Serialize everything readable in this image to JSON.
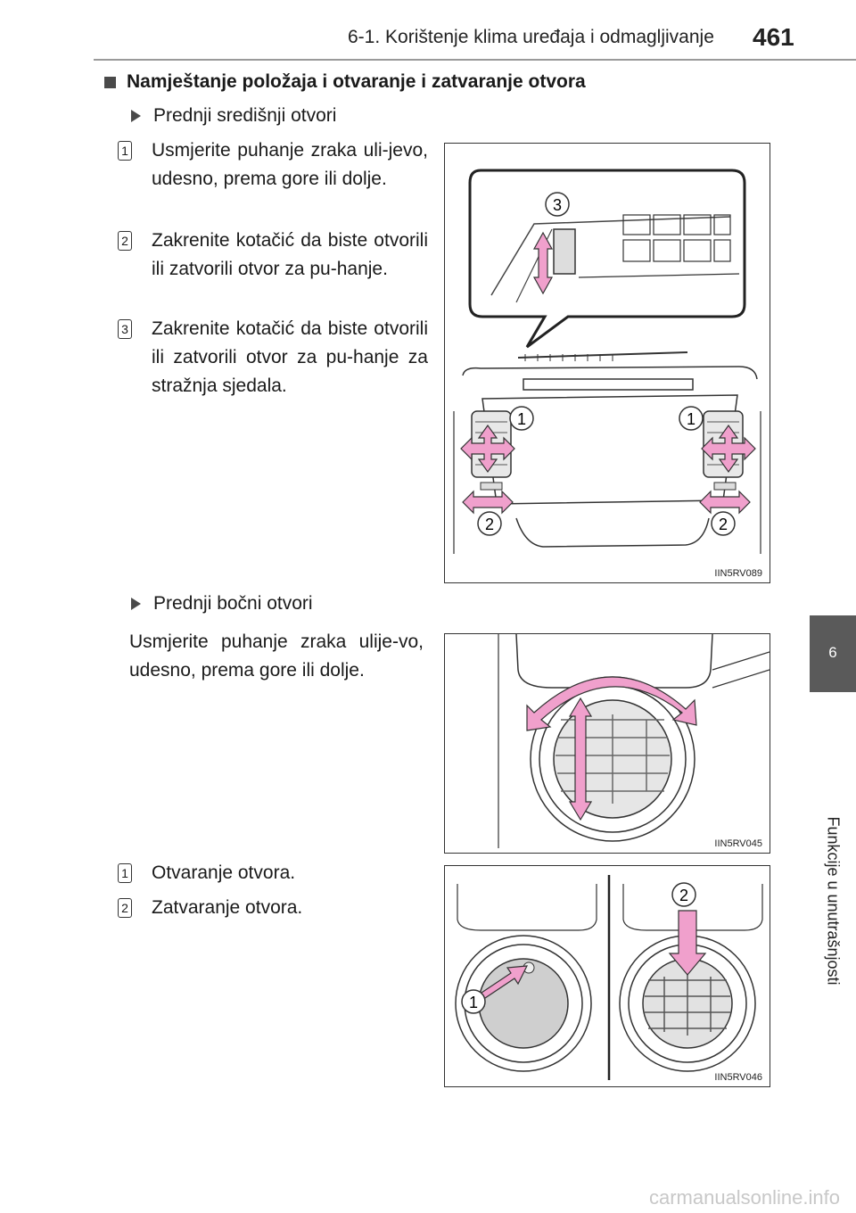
{
  "header": {
    "title": "6-1. Korištenje klima uređaja i odmagljivanje",
    "page_number": "461"
  },
  "side_tab": {
    "number": "6",
    "label": "Funkcije u unutrašnjosti"
  },
  "section": {
    "heading": "Namještanje položaja i otvaranje i zatvaranje otvora"
  },
  "front_center": {
    "heading": "Prednji središnji otvori",
    "items": [
      {
        "num": "1",
        "text": "Usmjerite puhanje zraka uli-jevo, udesno, prema gore ili dolje."
      },
      {
        "num": "2",
        "text": "Zakrenite kotačić da biste otvorili ili zatvorili otvor za pu-hanje."
      },
      {
        "num": "3",
        "text": "Zakrenite kotačić da biste otvorili ili zatvorili otvor za pu-hanje za stražnja sjedala."
      }
    ],
    "figure_code": "IIN5RV089",
    "callouts": [
      "3",
      "1",
      "1",
      "2",
      "2"
    ]
  },
  "front_side": {
    "heading": "Prednji bočni otvori",
    "paragraph": "Usmjerite puhanje zraka ulije-vo, udesno, prema gore ili dolje.",
    "figure_code": "IIN5RV045",
    "items": [
      {
        "num": "1",
        "text": "Otvaranje otvora."
      },
      {
        "num": "2",
        "text": "Zatvaranje otvora."
      }
    ],
    "figure2_code": "IIN5RV046",
    "callouts": [
      "2",
      "1"
    ]
  },
  "footer": {
    "watermark": "carmanualsonline.info"
  },
  "colors": {
    "arrow_pink": "#f0a0cc",
    "tab_gray": "#5a5a5a",
    "rule_gray": "#9a9a9a"
  }
}
